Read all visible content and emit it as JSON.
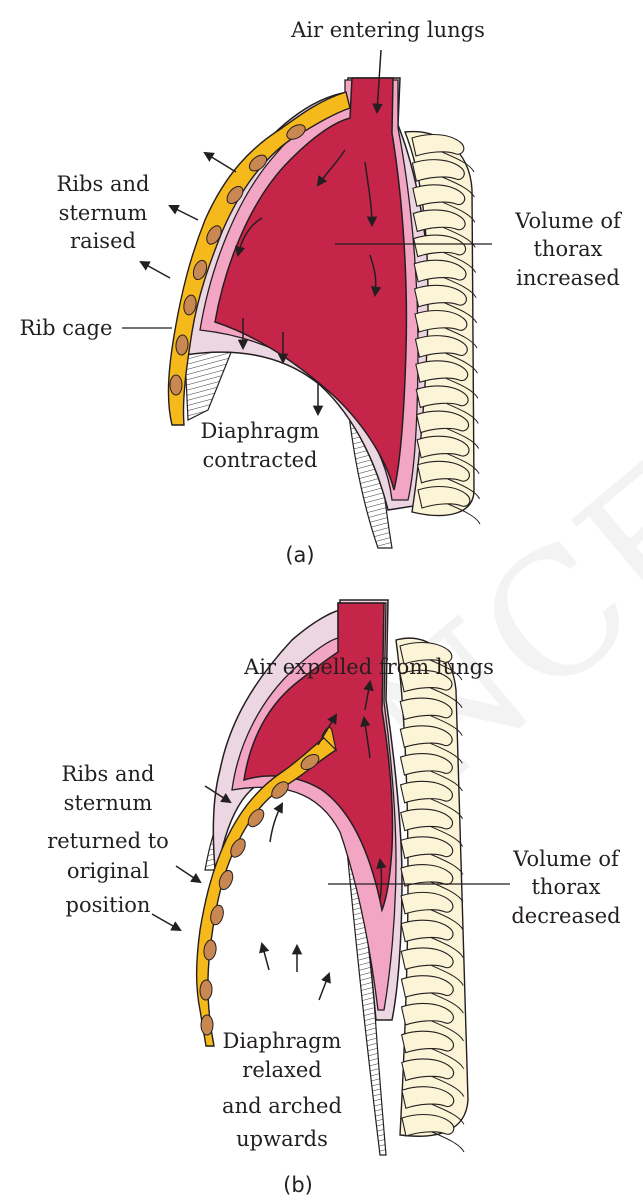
{
  "panel_a": {
    "air_label": "Air entering lungs",
    "ribs_label": [
      "Ribs and",
      "sternum",
      "raised"
    ],
    "volume_label": [
      "Volume of",
      "thorax",
      "increased"
    ],
    "ribcage_label": "Rib cage",
    "diaphragm_label": [
      "Diaphragm",
      "contracted"
    ],
    "caption": "(a)"
  },
  "panel_b": {
    "air_label": "Air expelled from lungs",
    "ribs_label": [
      "Ribs and",
      "sternum",
      "returned to",
      "original",
      "position"
    ],
    "volume_label": [
      "Volume of",
      "thorax",
      "decreased"
    ],
    "diaphragm_label": [
      "Diaphragm",
      "relaxed",
      "and arched",
      "upwards"
    ],
    "caption": "(b)"
  },
  "watermark": "NCERT",
  "colors": {
    "lung": "#c6254a",
    "pleura": "#f3a6c4",
    "cavity": "#ecd6e2",
    "rib": "#f6b91b",
    "rib_spot": "#c98752",
    "bone": "#fbf4d6",
    "outline": "#231f20"
  }
}
